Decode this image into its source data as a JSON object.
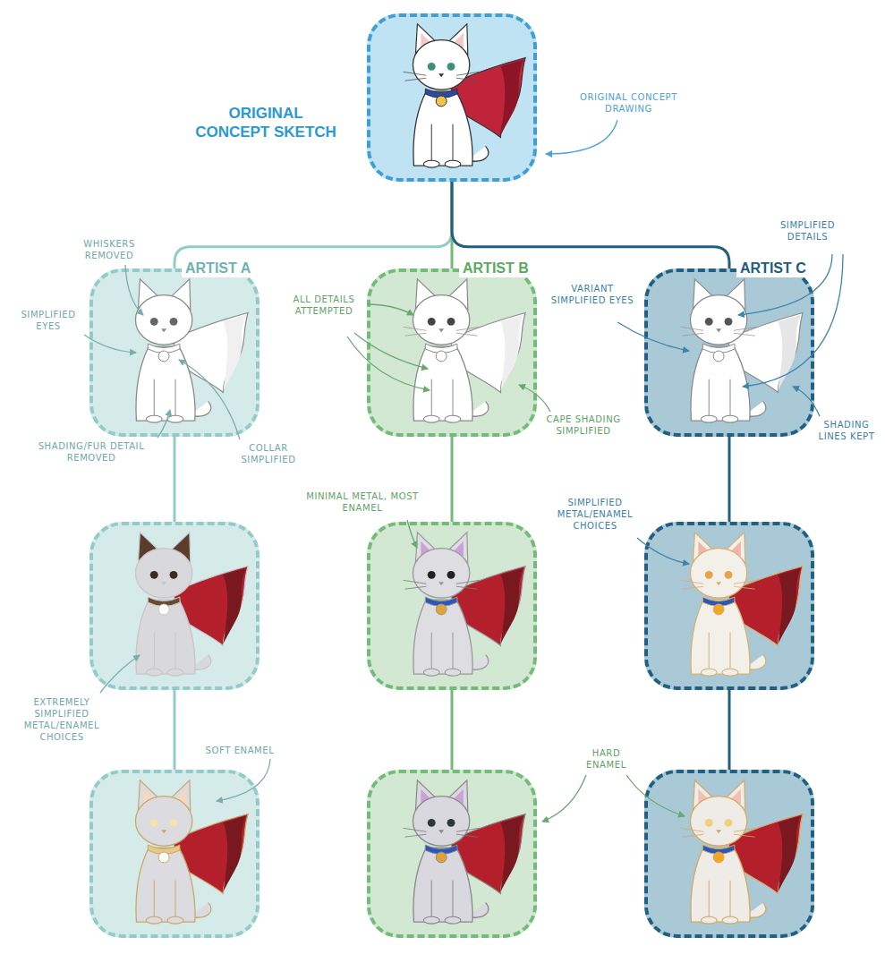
{
  "diagram": {
    "title": "ORIGINAL CONCEPT SKETCH",
    "nodes": [
      {
        "text": []
      },
      {
        "text": [
          "ARTIST A"
        ]
      },
      {
        "text": [
          "ARTIST B"
        ]
      },
      {
        "text": [
          "ARTIST C"
        ]
      },
      {
        "text": []
      },
      {
        "text": []
      },
      {
        "text": []
      },
      {
        "text": []
      },
      {
        "text": []
      },
      {
        "text": []
      }
    ],
    "edges": [
      {
        "from": 0,
        "to": 1,
        "arrow": "none"
      },
      {
        "from": 0,
        "to": 2,
        "arrow": "none"
      },
      {
        "from": 0,
        "to": 3,
        "arrow": "none"
      },
      {
        "from": 1,
        "to": 4,
        "arrow": "none"
      },
      {
        "from": 4,
        "to": 7,
        "arrow": "none"
      },
      {
        "from": 2,
        "to": 5,
        "arrow": "none"
      },
      {
        "from": 5,
        "to": 8,
        "arrow": "none"
      },
      {
        "from": 3,
        "to": 6,
        "arrow": "none"
      },
      {
        "from": 6,
        "to": 9,
        "arrow": "none"
      }
    ],
    "labels": [
      "ORIGINAL CONCEPT DRAWING",
      "WHISKERS REMOVED",
      "SIMPLIFIED EYES",
      "SHADING/FUR DETAIL REMOVED",
      "COLLAR SIMPLIFIED",
      "ALL DETAILS ATTEMPTED",
      "CAPE SHADING SIMPLIFIED",
      "VARIANT SIMPLIFIED EYES",
      "SIMPLIFIED DETAILS",
      "SHADING LINES KEPT",
      "EXTREMELY SIMPLIFIED METAL/ENAMEL CHOICES",
      "MINIMAL METAL, MOST ENAMEL",
      "SIMPLIFIED METAL/ENAMEL CHOICES",
      "SOFT ENAMEL",
      "HARD ENAMEL"
    ]
  }
}
